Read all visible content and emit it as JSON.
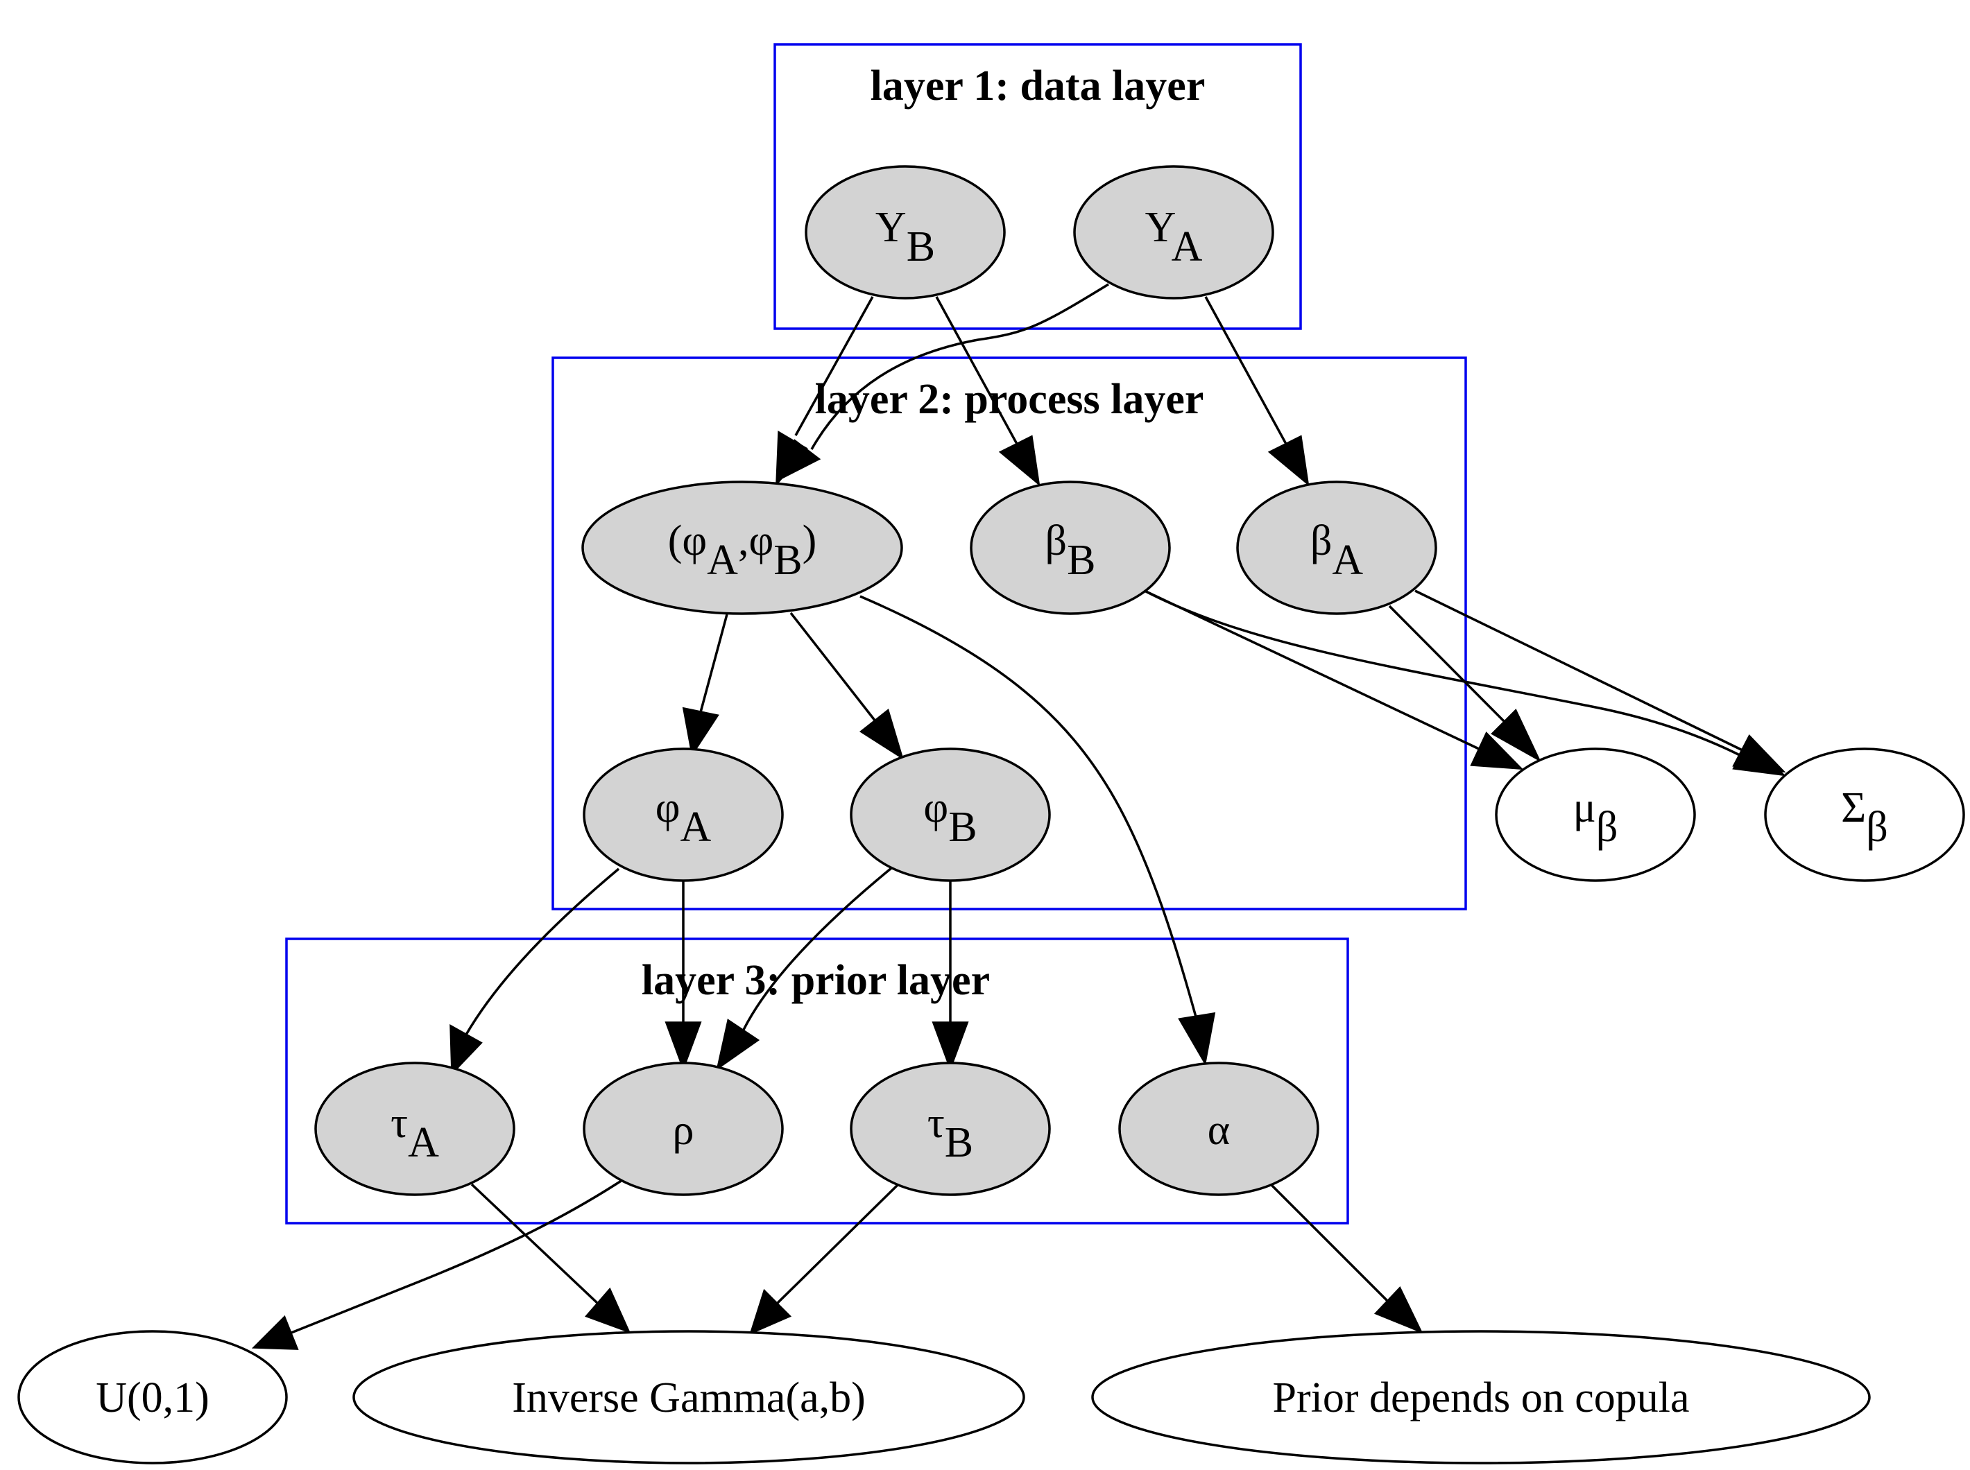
{
  "clusters": {
    "data_layer": {
      "title": "layer 1: data layer"
    },
    "process_layer": {
      "title": "layer 2: process layer"
    },
    "prior_layer": {
      "title": "layer 3: prior layer"
    }
  },
  "nodes": {
    "y_b": {
      "base": "Y",
      "sub": "B"
    },
    "y_a": {
      "base": "Y",
      "sub": "A"
    },
    "phi_joint": {
      "open": "(",
      "phi1": "φ",
      "sub1": "A",
      "comma": ",",
      "phi2": "φ",
      "sub2": "B",
      "close": ")"
    },
    "beta_b": {
      "base": "β",
      "sub": "B"
    },
    "beta_a": {
      "base": "β",
      "sub": "A"
    },
    "phi_a": {
      "base": "φ",
      "sub": "A"
    },
    "phi_b": {
      "base": "φ",
      "sub": "B"
    },
    "mu_beta": {
      "base": "μ",
      "sub": "β"
    },
    "sigma_beta": {
      "base": "Σ",
      "sub": "β"
    },
    "tau_a": {
      "base": "τ",
      "sub": "A"
    },
    "rho": {
      "label": "ρ"
    },
    "tau_b": {
      "base": "τ",
      "sub": "B"
    },
    "alpha": {
      "label": "α"
    },
    "uniform": {
      "label": "U(0,1)"
    },
    "inv_gamma": {
      "label": "Inverse Gamma(a,b)"
    },
    "prior_copula": {
      "label": "Prior depends on copula"
    }
  },
  "colors": {
    "cluster_border": "#0000ee",
    "observed_fill": "#d3d3d3",
    "hyper_fill": "#ffffff",
    "stroke": "#000000"
  }
}
